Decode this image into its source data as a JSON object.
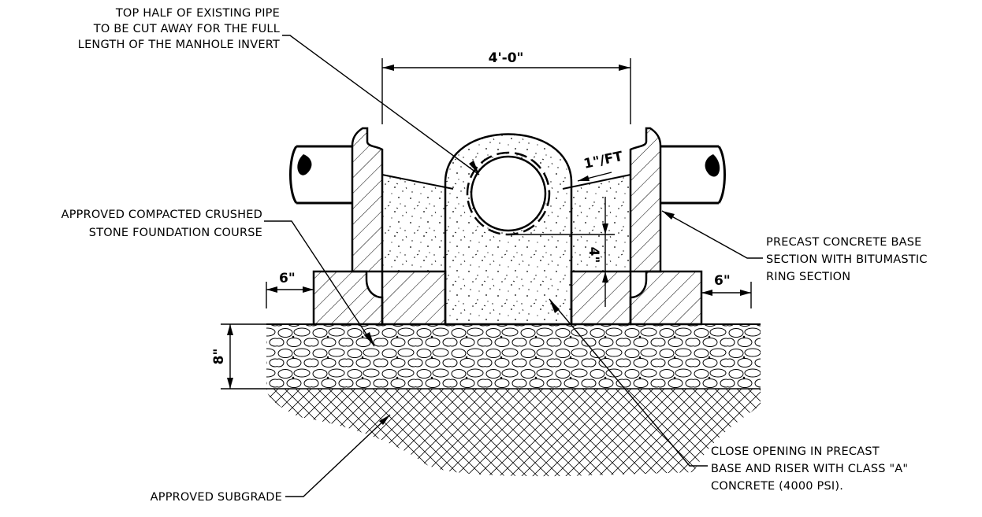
{
  "labels": {
    "pipe_cut_line1": "TOP HALF OF EXISTING PIPE",
    "pipe_cut_line2": "TO BE CUT AWAY FOR THE FULL",
    "pipe_cut_line3": "LENGTH OF THE MANHOLE INVERT",
    "stone_line1": "APPROVED COMPACTED CRUSHED",
    "stone_line2": "STONE FOUNDATION COURSE",
    "precast_line1": "PRECAST CONCRETE BASE",
    "precast_line2": "SECTION WITH BITUMASTIC",
    "precast_line3": "RING SECTION",
    "close_line1": "CLOSE OPENING IN PRECAST",
    "close_line2": "BASE AND RISER WITH CLASS \"A\"",
    "close_line3": "CONCRETE (4000 PSI).",
    "subgrade": "APPROVED SUBGRADE"
  },
  "dimensions": {
    "width": "4'-0\"",
    "slope": "1\"/FT",
    "invert_depth": "4\"",
    "left_offset": "6\"",
    "right_offset": "6\"",
    "stone_depth": "8\""
  },
  "colors": {
    "line": "#000000",
    "background": "#ffffff"
  }
}
